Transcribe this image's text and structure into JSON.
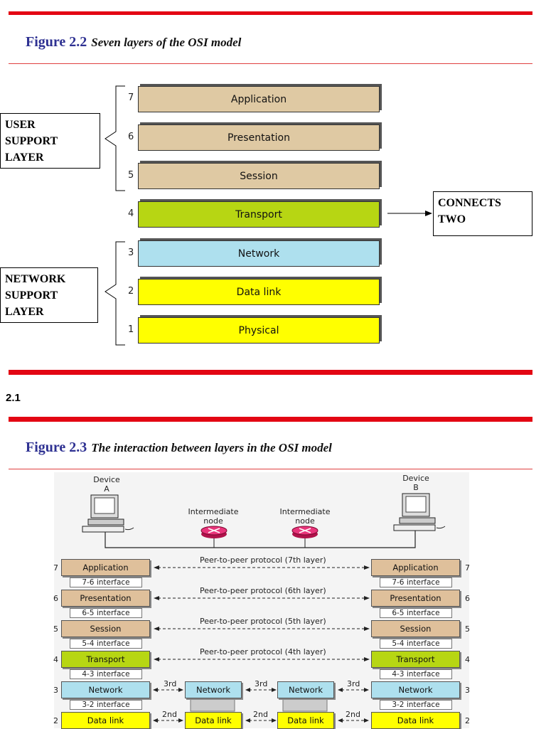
{
  "figure_2_2": {
    "number": "Figure 2.2",
    "caption": "Seven layers of the OSI model",
    "layers": [
      {
        "num": "7",
        "label": "Application",
        "color": "#dfc9a3"
      },
      {
        "num": "6",
        "label": "Presentation",
        "color": "#dfc9a3"
      },
      {
        "num": "5",
        "label": "Session",
        "color": "#dfc9a3"
      },
      {
        "num": "4",
        "label": "Transport",
        "color": "#b7d613"
      },
      {
        "num": "3",
        "label": "Network",
        "color": "#aee0ee"
      },
      {
        "num": "2",
        "label": "Data link",
        "color": "#ffff00"
      },
      {
        "num": "1",
        "label": "Physical",
        "color": "#ffff00"
      }
    ],
    "user_support_label": "USER\nSUPPORT\nLAYER",
    "network_support_label": "NETWORK\nSUPPORT\nLAYER",
    "connects_label": "CONNECTS\nTWO"
  },
  "section_label": "2.1",
  "figure_2_3": {
    "number": "Figure 2.3",
    "caption": "The interaction between layers in the OSI model",
    "device_a": "Device\nA",
    "device_b": "Device\nB",
    "intermediate_node": "Intermediate\nnode",
    "rows": [
      {
        "num": "7",
        "label": "Application",
        "peer": "Peer-to-peer protocol (7th layer)",
        "interface": "7-6 interface"
      },
      {
        "num": "6",
        "label": "Presentation",
        "peer": "Peer-to-peer protocol (6th layer)",
        "interface": "6-5 interface"
      },
      {
        "num": "5",
        "label": "Session",
        "peer": "Peer-to-peer protocol (5th layer)",
        "interface": "5-4 interface"
      },
      {
        "num": "4",
        "label": "Transport",
        "peer": "Peer-to-peer protocol (4th layer)",
        "interface": "4-3 interface"
      },
      {
        "num": "3",
        "label": "Network",
        "hop": "3rd",
        "interface": "3-2 interface"
      },
      {
        "num": "2",
        "label": "Data link",
        "hop": "2nd"
      }
    ],
    "colors": {
      "upper": "#dfc09b",
      "transport": "#b7d613",
      "network": "#aee0ee",
      "datalink": "#ffff00"
    }
  }
}
